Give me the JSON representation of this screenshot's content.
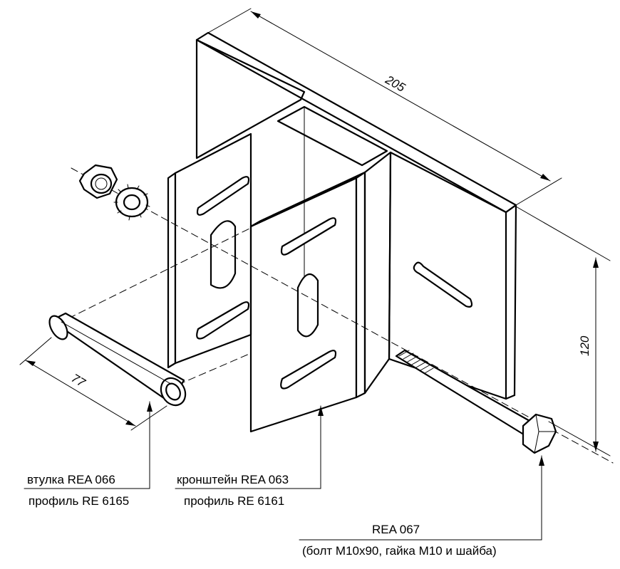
{
  "dimensions": {
    "width_top": "205",
    "height_right": "120",
    "sleeve_length": "77"
  },
  "callouts": {
    "sleeve": {
      "name": "втулка REA 066",
      "profile": "профиль RE 6165"
    },
    "bracket": {
      "name": "кронштейн REA 063",
      "profile": "профиль RE 6161"
    },
    "bolt": {
      "name": "REA 067",
      "detail": "(болт М10х90, гайка М10 и шайба)"
    }
  }
}
